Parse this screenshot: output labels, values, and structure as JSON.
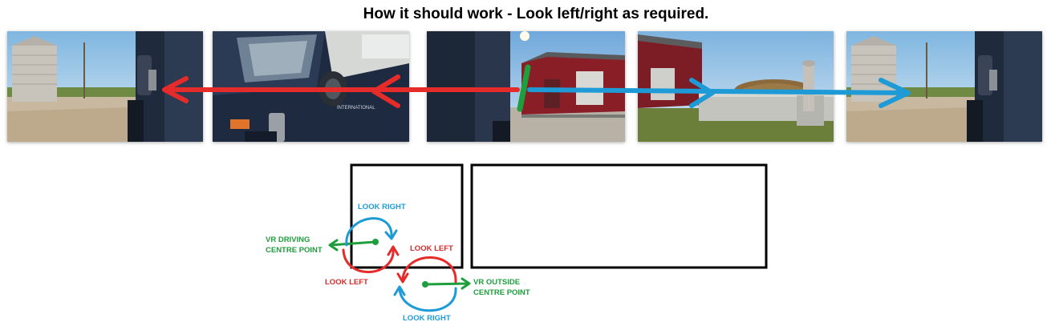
{
  "title": "How it should work - Look left/right as required.",
  "colors": {
    "look_left": "#e62b2b",
    "look_right": "#1e9bd7",
    "centre_point": "#1e9e3c",
    "frame": "#000000"
  },
  "labels": {
    "look_right_top": "LOOK RIGHT",
    "look_right_bottom": "LOOK RIGHT",
    "look_left_inner": "LOOK LEFT",
    "look_left_outer": "LOOK LEFT",
    "vr_driving_line1": "VR DRIVING",
    "vr_driving_line2": "CENTRE POINT",
    "vr_outside_line1": "VR OUTSIDE",
    "vr_outside_line2": "CENTRE POINT"
  },
  "screenshots": [
    {
      "name": "silo-mirror-view",
      "truck_text": ""
    },
    {
      "name": "cab-door-view",
      "truck_text": "INTERNATIONAL"
    },
    {
      "name": "barn-centre-view",
      "truck_text": ""
    },
    {
      "name": "dirt-pile-view",
      "truck_text": ""
    },
    {
      "name": "silo-mirror-view-repeat",
      "truck_text": ""
    }
  ]
}
